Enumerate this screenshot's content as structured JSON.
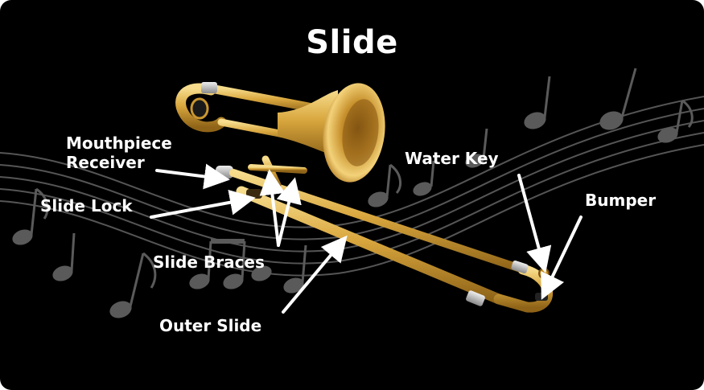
{
  "title": "Slide",
  "labels": {
    "mouthpiece_receiver_line1": "Mouthpiece",
    "mouthpiece_receiver_line2": "Receiver",
    "slide_lock": "Slide Lock",
    "slide_braces": "Slide Braces",
    "outer_slide": "Outer Slide",
    "water_key": "Water Key",
    "bumper": "Bumper"
  },
  "colors": {
    "background": "#000000",
    "text": "#ffffff",
    "brass_light": "#f3d37a",
    "brass_mid": "#d4a23a",
    "brass_dark": "#8f6418",
    "staff": "#555555"
  },
  "image": {
    "subject": "trombone-illustration"
  }
}
